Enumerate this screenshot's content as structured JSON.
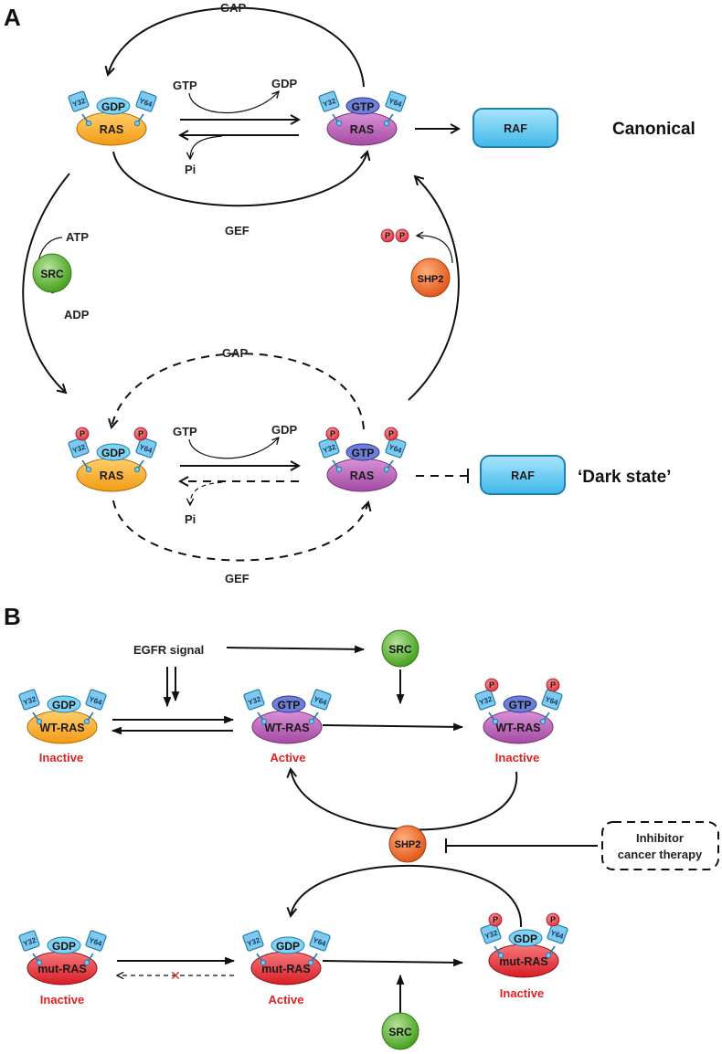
{
  "panels": {
    "a": "A",
    "b": "B"
  },
  "states": {
    "canonical": "Canonical",
    "dark": "‘Dark state’"
  },
  "labels": {
    "gap": "GAP",
    "gef": "GEF",
    "gtp": "GTP",
    "gdp": "GDP",
    "pi": "Pi",
    "atp": "ATP",
    "adp": "ADP",
    "p": "P",
    "egfr": "EGFR signal",
    "inactive": "Inactive",
    "active": "Active",
    "x_mark": "✕"
  },
  "proteins": {
    "ras": "RAS",
    "raf": "RAF",
    "src": "SRC",
    "shp2": "SHP2",
    "wt_ras": "WT-RAS",
    "mut_ras": "mut-RAS"
  },
  "tyrosines": {
    "y32": "Y32",
    "y64": "Y64"
  },
  "inhibitor": {
    "line1": "Inhibitor",
    "line2": "cancer therapy"
  },
  "colors": {
    "ras_gdp": "#f5a623",
    "ras_gtp": "#b75fb6",
    "mut_ras": "#e3262c",
    "raf": "#5cc8f0",
    "src": "#5db232",
    "shp2": "#ee6a1e",
    "phospho": "#e8424a",
    "gdp_cap": "#7fd3f2",
    "gtp_cap": "#6f7fd8",
    "tyrosine": "#7fc8ee"
  }
}
